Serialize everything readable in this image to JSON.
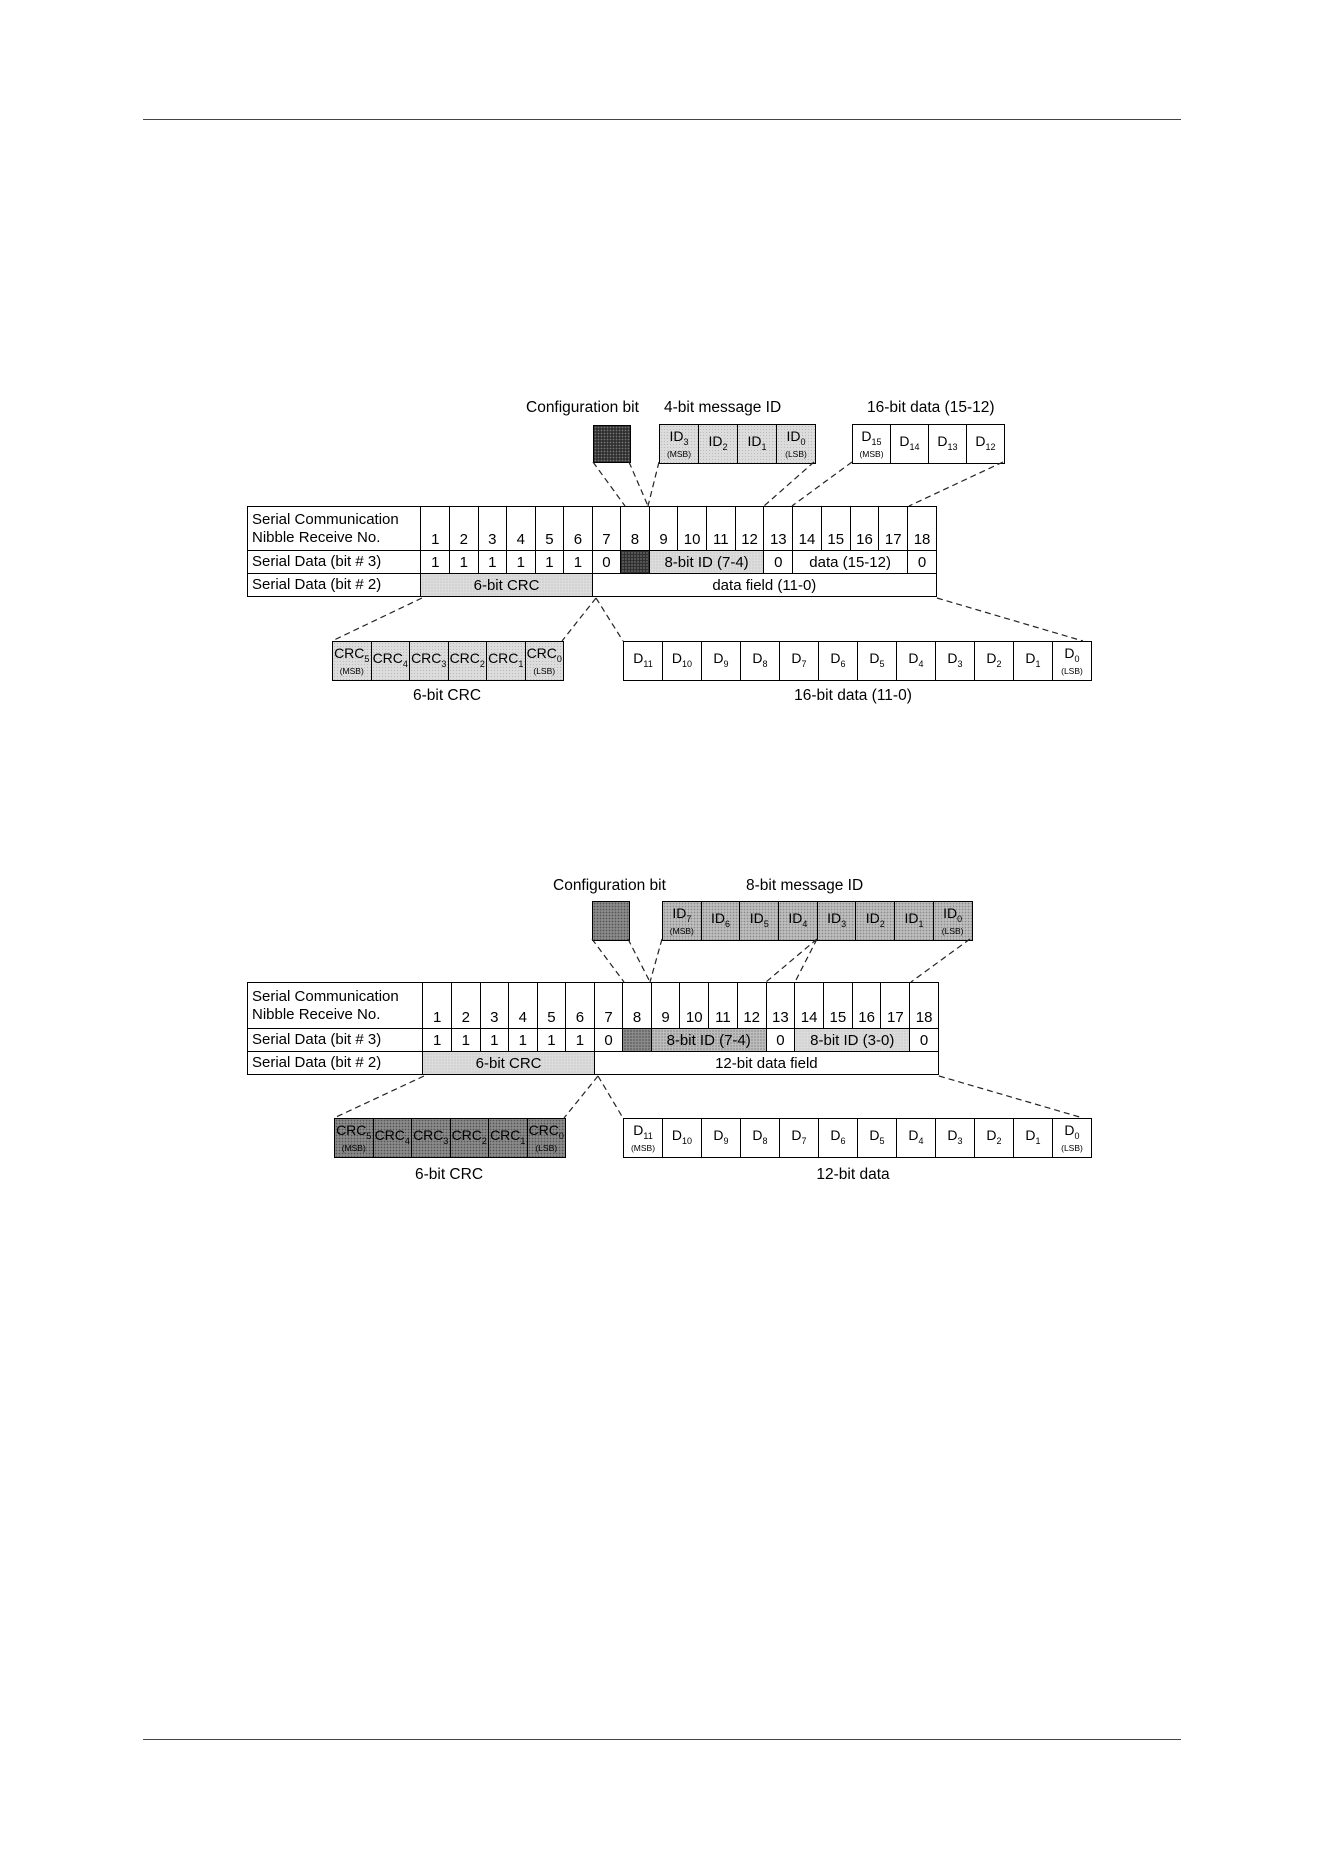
{
  "figure1": {
    "config_label": "Configuration bit",
    "id_label": "4-bit message ID",
    "data_top_label": "16-bit data (15-12)",
    "id_cells": [
      {
        "main": "ID",
        "sub": "3",
        "note": "(MSB)"
      },
      {
        "main": "ID",
        "sub": "2",
        "note": ""
      },
      {
        "main": "ID",
        "sub": "1",
        "note": ""
      },
      {
        "main": "ID",
        "sub": "0",
        "note": "(LSB)"
      }
    ],
    "data_top_cells": [
      {
        "main": "D",
        "sub": "15",
        "note": "(MSB)"
      },
      {
        "main": "D",
        "sub": "14",
        "note": ""
      },
      {
        "main": "D",
        "sub": "13",
        "note": ""
      },
      {
        "main": "D",
        "sub": "12",
        "note": ""
      }
    ],
    "table": {
      "row0_label_line1": "Serial Communication",
      "row0_label_line2": "Nibble Receive No.",
      "row1_label": "Serial Data (bit # 3)",
      "row2_label": "Serial Data (bit # 2)",
      "nibbles": [
        "1",
        "2",
        "3",
        "4",
        "5",
        "6",
        "7",
        "8",
        "9",
        "10",
        "11",
        "12",
        "13",
        "14",
        "15",
        "16",
        "17",
        "18"
      ],
      "bit3_ones": [
        "1",
        "1",
        "1",
        "1",
        "1",
        "1"
      ],
      "bit3_zero_a": "0",
      "bit3_id": "8-bit  ID (7-4)",
      "bit3_zero_b": "0",
      "bit3_data": "data (15-12)",
      "bit3_zero_c": "0",
      "bit2_crc": "6-bit CRC",
      "bit2_data": "data field (11-0)"
    },
    "crc_cells": [
      {
        "main": "CRC",
        "sub": "5",
        "note": "(MSB)"
      },
      {
        "main": "CRC",
        "sub": "4",
        "note": ""
      },
      {
        "main": "CRC",
        "sub": "3",
        "note": ""
      },
      {
        "main": "CRC",
        "sub": "2",
        "note": ""
      },
      {
        "main": "CRC",
        "sub": "1",
        "note": ""
      },
      {
        "main": "CRC",
        "sub": "0",
        "note": "(LSB)"
      }
    ],
    "data_bottom_cells": [
      {
        "main": "D",
        "sub": "11",
        "note": ""
      },
      {
        "main": "D",
        "sub": "10",
        "note": ""
      },
      {
        "main": "D",
        "sub": "9",
        "note": ""
      },
      {
        "main": "D",
        "sub": "8",
        "note": ""
      },
      {
        "main": "D",
        "sub": "7",
        "note": ""
      },
      {
        "main": "D",
        "sub": "6",
        "note": ""
      },
      {
        "main": "D",
        "sub": "5",
        "note": ""
      },
      {
        "main": "D",
        "sub": "4",
        "note": ""
      },
      {
        "main": "D",
        "sub": "3",
        "note": ""
      },
      {
        "main": "D",
        "sub": "2",
        "note": ""
      },
      {
        "main": "D",
        "sub": "1",
        "note": ""
      },
      {
        "main": "D",
        "sub": "0",
        "note": "(LSB)"
      }
    ],
    "crc_label": "6-bit CRC",
    "data_bottom_label": "16-bit data (11-0)"
  },
  "figure2": {
    "config_label": "Configuration bit",
    "id_label": "8-bit message ID",
    "id_cells": [
      {
        "main": "ID",
        "sub": "7",
        "note": "(MSB)"
      },
      {
        "main": "ID",
        "sub": "6",
        "note": ""
      },
      {
        "main": "ID",
        "sub": "5",
        "note": ""
      },
      {
        "main": "ID",
        "sub": "4",
        "note": ""
      },
      {
        "main": "ID",
        "sub": "3",
        "note": ""
      },
      {
        "main": "ID",
        "sub": "2",
        "note": ""
      },
      {
        "main": "ID",
        "sub": "1",
        "note": ""
      },
      {
        "main": "ID",
        "sub": "0",
        "note": "(LSB)"
      }
    ],
    "table": {
      "row0_label_line1": "Serial Communication",
      "row0_label_line2": "Nibble Receive No.",
      "row1_label": "Serial Data (bit # 3)",
      "row2_label": "Serial Data (bit # 2)",
      "nibbles": [
        "1",
        "2",
        "3",
        "4",
        "5",
        "6",
        "7",
        "8",
        "9",
        "10",
        "11",
        "12",
        "13",
        "14",
        "15",
        "16",
        "17",
        "18"
      ],
      "bit3_ones": [
        "1",
        "1",
        "1",
        "1",
        "1",
        "1"
      ],
      "bit3_zero_a": "0",
      "bit3_id_hi": "8-bit  ID (7-4)",
      "bit3_zero_b": "0",
      "bit3_id_lo": "8-bit  ID (3-0)",
      "bit3_zero_c": "0",
      "bit2_crc": "6-bit CRC",
      "bit2_data": "12-bit data field"
    },
    "crc_cells": [
      {
        "main": "CRC",
        "sub": "5",
        "note": "(MSB)"
      },
      {
        "main": "CRC",
        "sub": "4",
        "note": ""
      },
      {
        "main": "CRC",
        "sub": "3",
        "note": ""
      },
      {
        "main": "CRC",
        "sub": "2",
        "note": ""
      },
      {
        "main": "CRC",
        "sub": "1",
        "note": ""
      },
      {
        "main": "CRC",
        "sub": "0",
        "note": "(LSB)"
      }
    ],
    "data_bottom_cells": [
      {
        "main": "D",
        "sub": "11",
        "note": "(MSB)"
      },
      {
        "main": "D",
        "sub": "10",
        "note": ""
      },
      {
        "main": "D",
        "sub": "9",
        "note": ""
      },
      {
        "main": "D",
        "sub": "8",
        "note": ""
      },
      {
        "main": "D",
        "sub": "7",
        "note": ""
      },
      {
        "main": "D",
        "sub": "6",
        "note": ""
      },
      {
        "main": "D",
        "sub": "5",
        "note": ""
      },
      {
        "main": "D",
        "sub": "4",
        "note": ""
      },
      {
        "main": "D",
        "sub": "3",
        "note": ""
      },
      {
        "main": "D",
        "sub": "2",
        "note": ""
      },
      {
        "main": "D",
        "sub": "1",
        "note": ""
      },
      {
        "main": "D",
        "sub": "0",
        "note": "(LSB)"
      }
    ],
    "crc_label": "6-bit CRC",
    "data_bottom_label": "12-bit data"
  }
}
